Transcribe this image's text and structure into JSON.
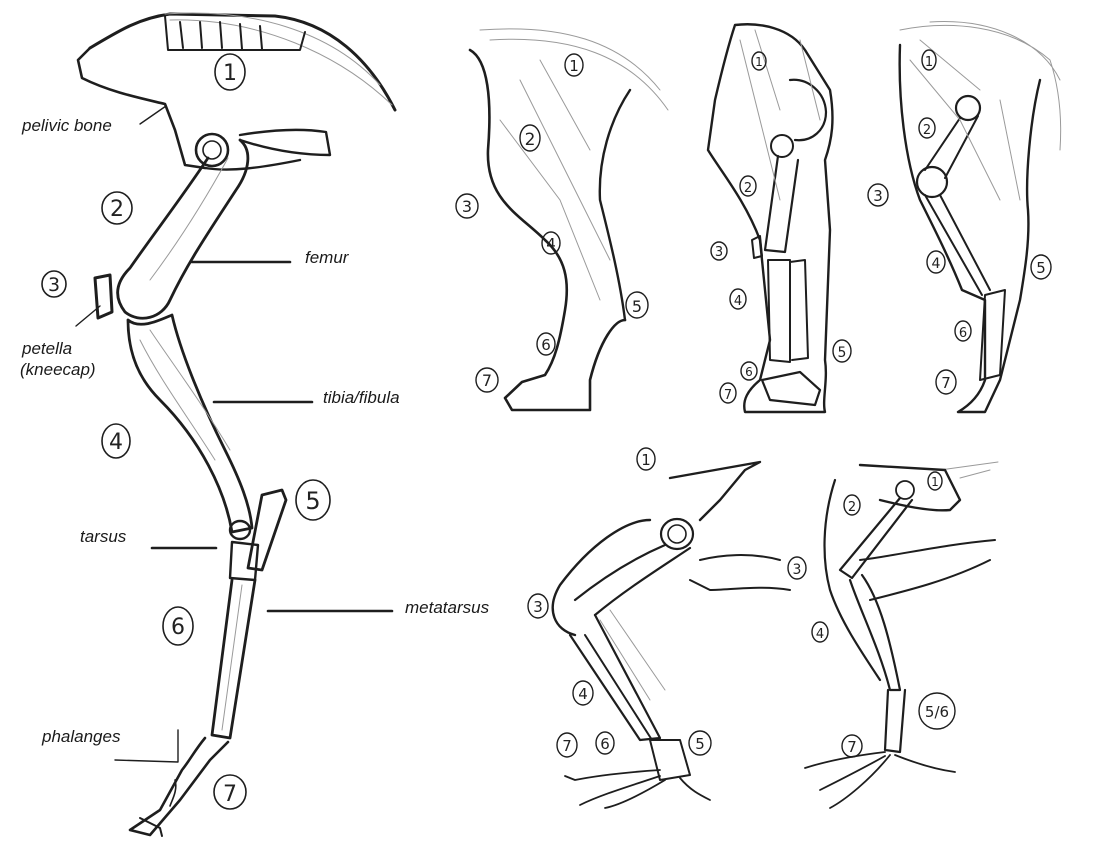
{
  "labels": {
    "pelvic": "pelivic bone",
    "femur": "femur",
    "patella_1": "petella",
    "patella_2": "(kneecap)",
    "tibia": "tibia/fibula",
    "tarsus": "tarsus",
    "metatarsus": "metatarsus",
    "phalanges": "phalanges"
  },
  "numbers": {
    "n1": "1",
    "n2": "2",
    "n3": "3",
    "n4": "4",
    "n5": "5",
    "n6": "6",
    "n7": "7",
    "n56": "5/6"
  },
  "colors": {
    "ink": "#1e1e1e",
    "paper": "#ffffff",
    "guide": "#9a9a9a"
  }
}
